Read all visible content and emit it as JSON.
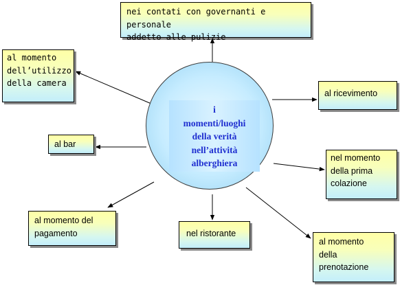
{
  "center": {
    "label": "i\nmomenti/luoghi\ndella verità\nnell’attività\nalberghiera"
  },
  "nodes": {
    "top": "nei contati con governanti e personale\naddetto alle pulizie",
    "camera": "al momento\ndell’utilizzo\ndella camera",
    "ricevimento": "al ricevimento",
    "bar": "al bar",
    "colazione": "nel momento\ndella prima\ncolazione",
    "pagamento": "al  momento  del\npagamento",
    "ristorante": "nel ristorante",
    "prenotazione": "al momento\ndella\nprenotazione"
  },
  "colors": {
    "center_text": "#1f2fd0",
    "box_top": "#ffffa6",
    "box_bottom": "#c3eefb",
    "hub_fill": "#c6ecff",
    "arrow": "#000000"
  }
}
